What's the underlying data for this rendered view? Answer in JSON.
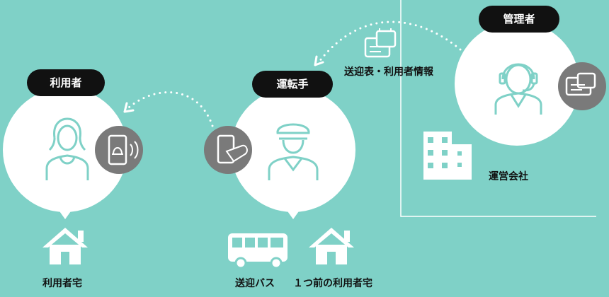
{
  "roles": {
    "user": "利用者",
    "driver": "運転手",
    "admin": "管理者"
  },
  "captions": {
    "user_home": "利用者宅",
    "bus": "送迎バス",
    "prev_user_home": "１つ前の利用者宅",
    "company": "運営会社",
    "schedule_info": "送迎表・利用者情報"
  },
  "colors": {
    "background": "#7fd1c7",
    "circle": "#ffffff",
    "badge": "#111111",
    "icon_line": "#7fd1c7",
    "device_circle": "#7a7a7a"
  },
  "icons": [
    "woman-icon",
    "phone-bell-icon",
    "phone-tap-icon",
    "driver-icon",
    "operator-icon",
    "schedule-card-icon",
    "house-icon",
    "bus-icon",
    "building-icon"
  ]
}
